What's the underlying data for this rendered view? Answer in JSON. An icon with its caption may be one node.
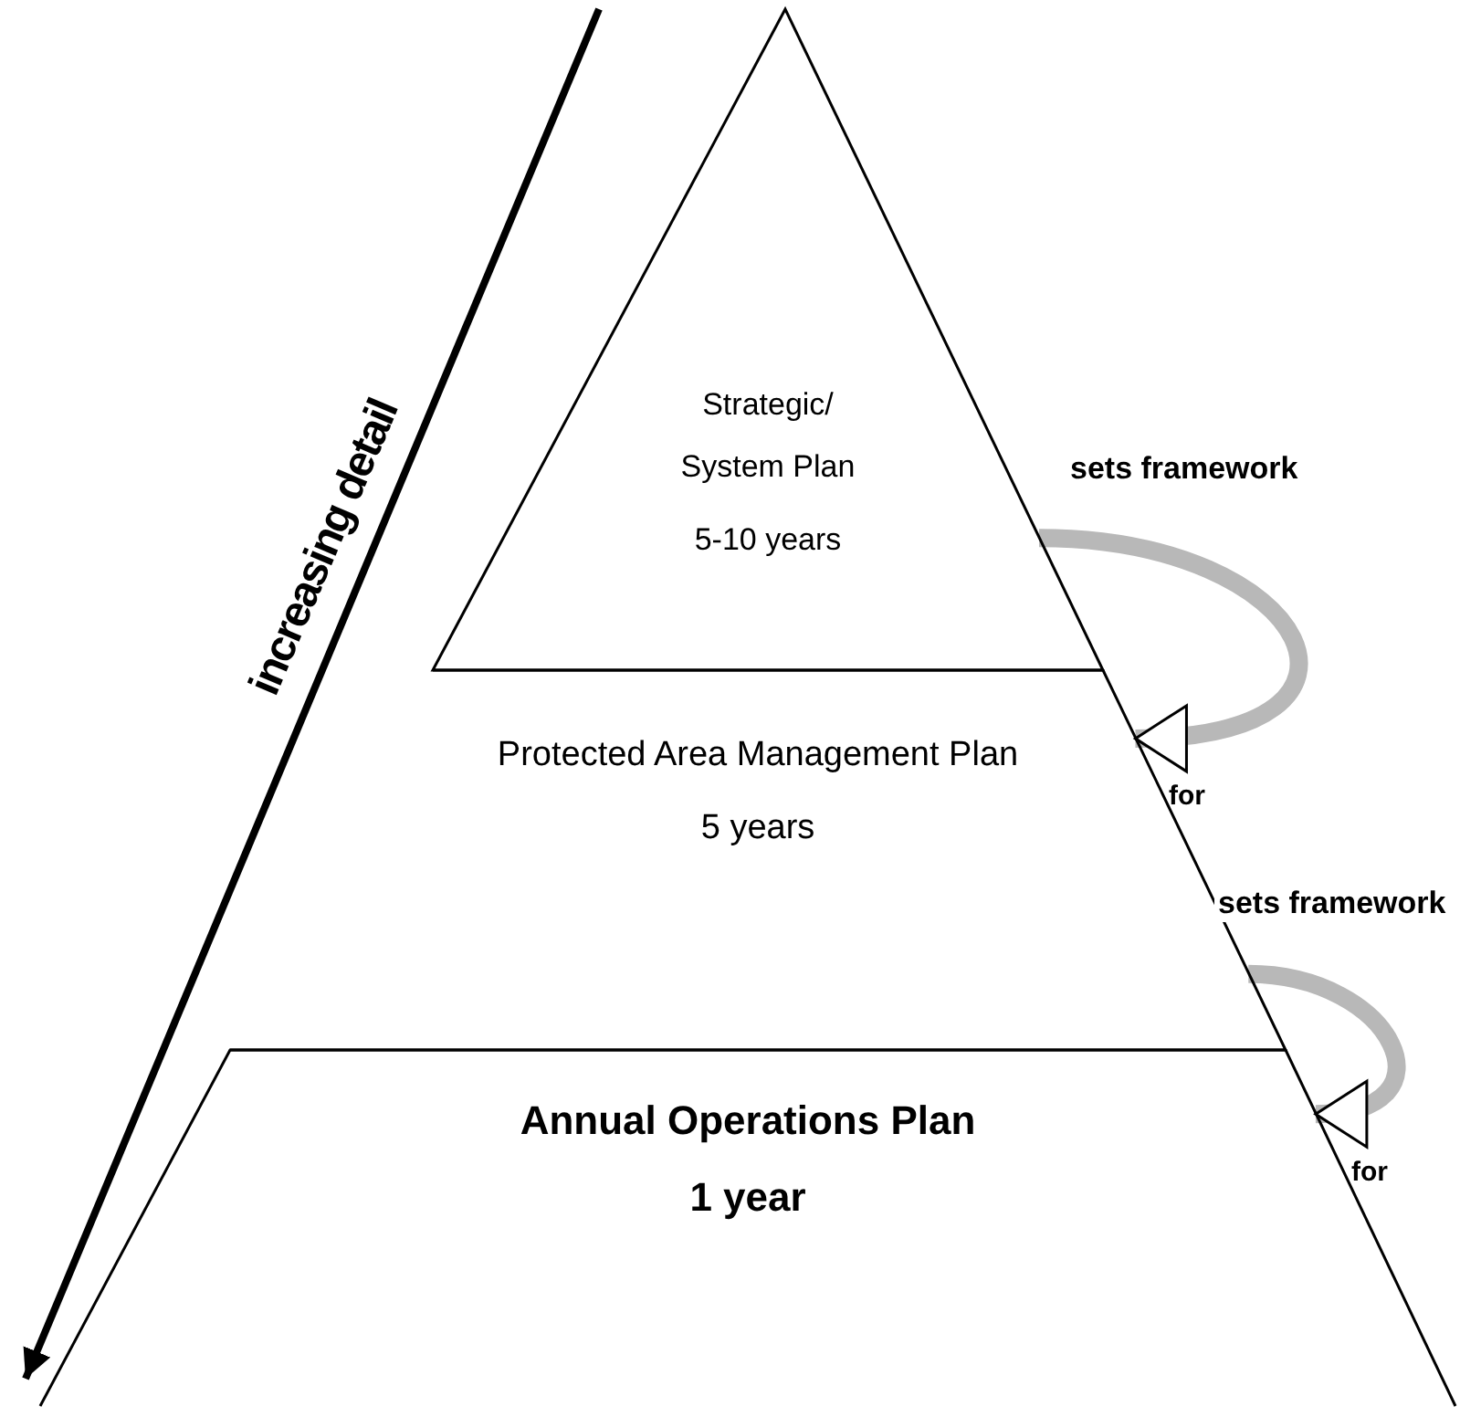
{
  "diagram": {
    "nodes": [
      {
        "text": [
          "Strategic/ System Plan",
          "5-10 years"
        ]
      },
      {
        "text": [
          "Protected Area Management Plan",
          "5 years"
        ]
      },
      {
        "text": [
          "Annual Operations Plan",
          "1 year"
        ]
      }
    ],
    "edges": [
      {
        "from": 0,
        "to": 1,
        "arrow": "to",
        "label": "sets framework"
      },
      {
        "from": 1,
        "to": 2,
        "arrow": "to",
        "label": "sets framework"
      }
    ],
    "labels": [
      "increasing detail",
      "for",
      "for"
    ]
  }
}
